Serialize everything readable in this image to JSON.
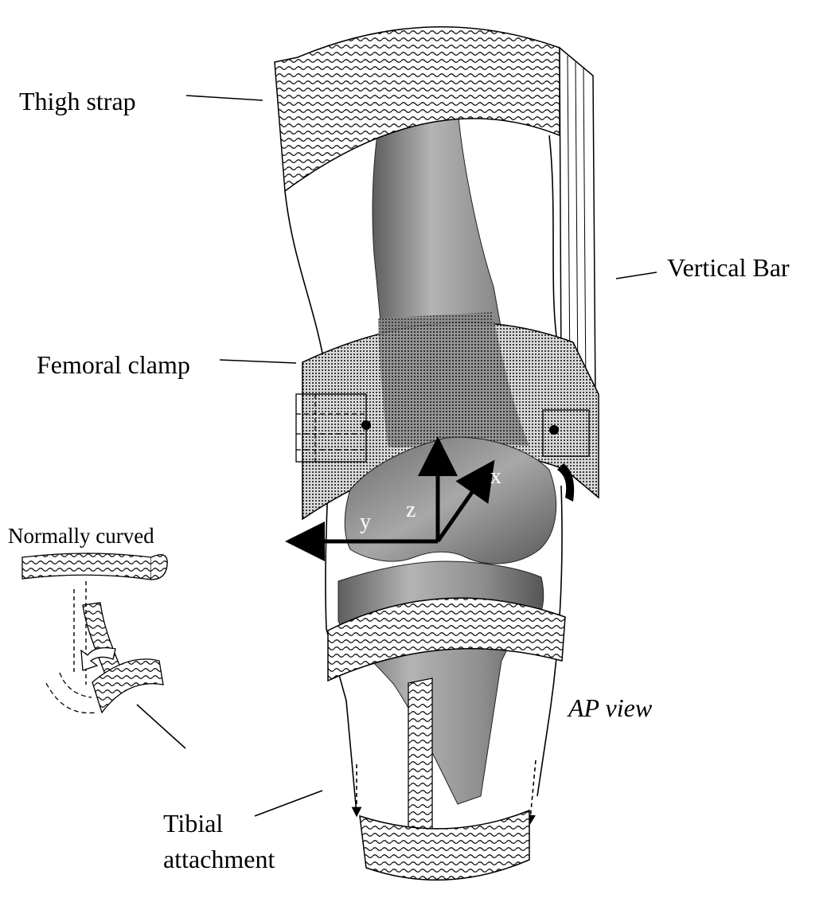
{
  "labels": {
    "thigh_strap": "Thigh strap",
    "vertical_bar": "Vertical Bar",
    "femoral_clamp": "Femoral clamp",
    "normally_curved": "Normally curved",
    "ap_view": "AP view",
    "tibial_line1": "Tibial",
    "tibial_line2": "attachment"
  },
  "axes": {
    "x": "x",
    "y": "y",
    "z": "z"
  },
  "icons": {
    "bone": "bone-shading",
    "wave_pattern": "wavy-hatch-pattern",
    "dot_pattern": "stipple-pattern"
  },
  "colors": {
    "ink": "#000000",
    "paper": "#ffffff",
    "bone": "#8c8c8c"
  }
}
